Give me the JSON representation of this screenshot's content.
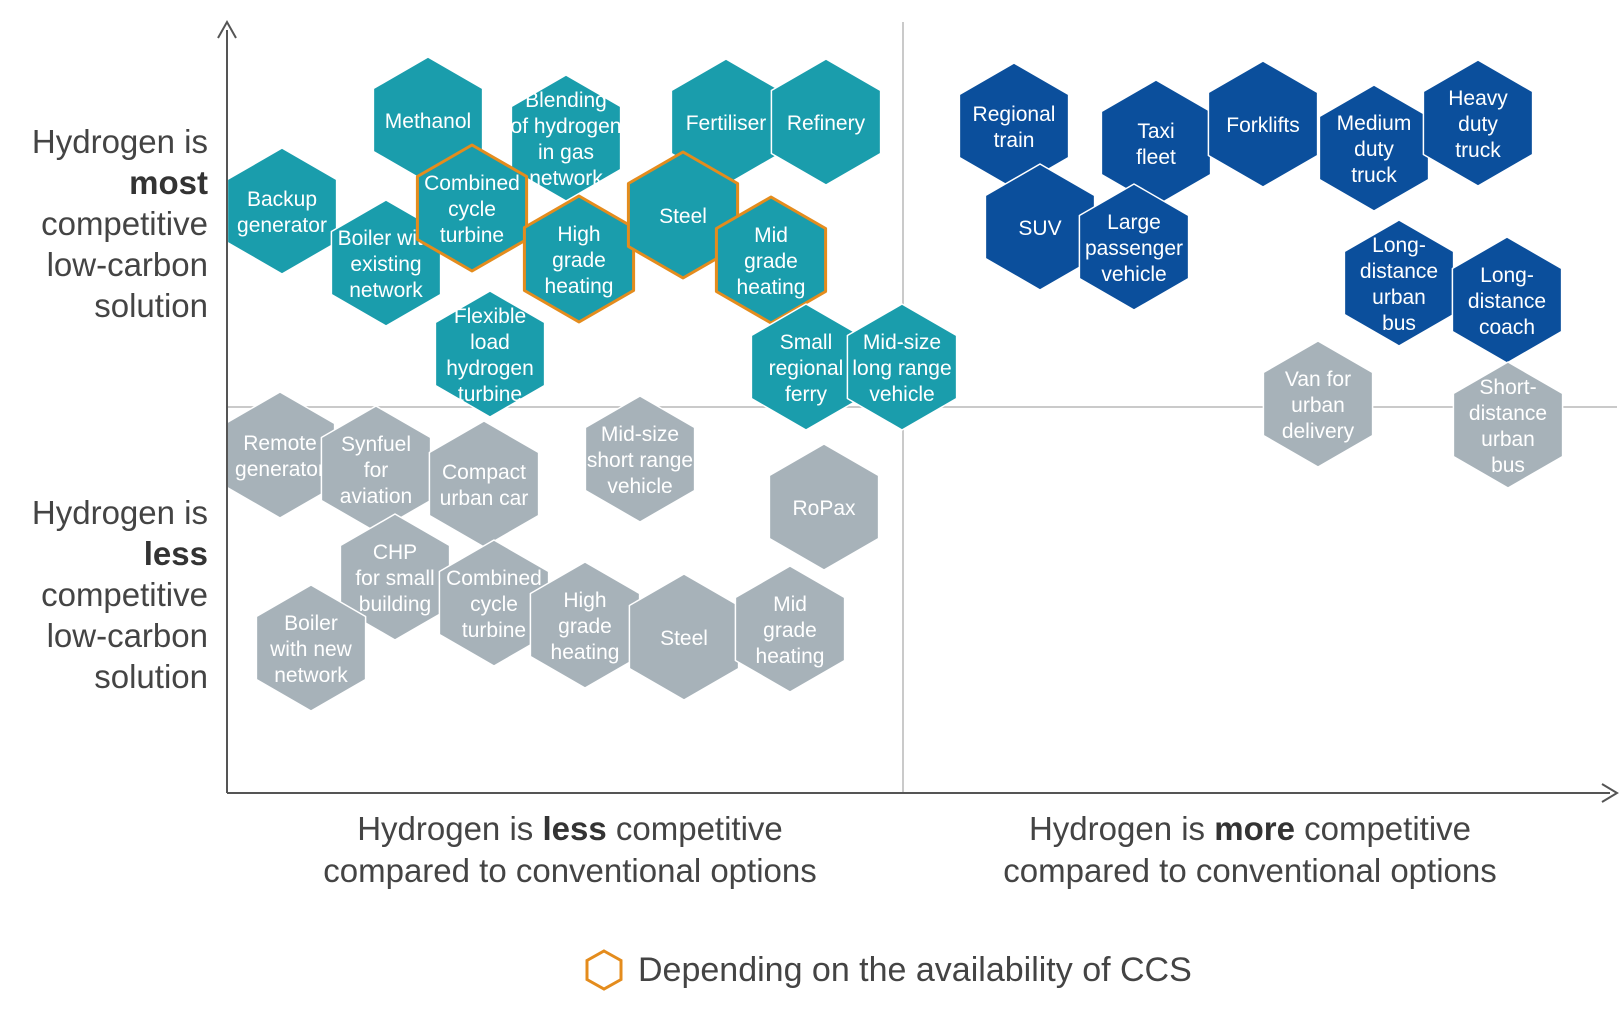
{
  "colors": {
    "teal": "#1a9dac",
    "navy": "#0b4f9c",
    "grey": "#a7b2b9",
    "orange": "#e48c1d",
    "axis": "#555555",
    "divider": "#b9b9b9"
  },
  "y_axis": {
    "top": {
      "prefix": "Hydrogen is",
      "bold": "most",
      "suffix": "competitive low-carbon solution"
    },
    "bottom": {
      "prefix": "Hydrogen is",
      "bold": "less",
      "suffix": "competitive low-carbon solution"
    }
  },
  "x_axis": {
    "left": {
      "prefix": "Hydrogen is",
      "bold": "less",
      "suffix": "competitive",
      "line2": "compared to conventional options"
    },
    "right": {
      "prefix": "Hydrogen is",
      "bold": "more",
      "suffix": "competitive",
      "line2": "compared to conventional options"
    }
  },
  "legend": {
    "label": "Depending on the availability of CCS",
    "icon": "orange-hexagon-outline-icon"
  },
  "hexagons": [
    {
      "label": [
        "Methanol"
      ],
      "color": "teal",
      "ccs": false
    },
    {
      "label": [
        "Blending",
        "of hydrogen",
        "in gas",
        "network"
      ],
      "color": "teal",
      "ccs": false
    },
    {
      "label": [
        "Fertiliser"
      ],
      "color": "teal",
      "ccs": false
    },
    {
      "label": [
        "Refinery"
      ],
      "color": "teal",
      "ccs": false
    },
    {
      "label": [
        "Backup",
        "generator"
      ],
      "color": "teal",
      "ccs": false
    },
    {
      "label": [
        "Boiler with",
        "existing",
        "network"
      ],
      "color": "teal",
      "ccs": false
    },
    {
      "label": [
        "Combined",
        "cycle",
        "turbine"
      ],
      "color": "teal",
      "ccs": true
    },
    {
      "label": [
        "High",
        "grade",
        "heating"
      ],
      "color": "teal",
      "ccs": true
    },
    {
      "label": [
        "Steel"
      ],
      "color": "teal",
      "ccs": true
    },
    {
      "label": [
        "Mid",
        "grade",
        "heating"
      ],
      "color": "teal",
      "ccs": true
    },
    {
      "label": [
        "Flexible",
        "load",
        "hydrogen",
        "turbine"
      ],
      "color": "teal",
      "ccs": false
    },
    {
      "label": [
        "Small",
        "regional",
        "ferry"
      ],
      "color": "teal",
      "ccs": false
    },
    {
      "label": [
        "Mid-size",
        "long range",
        "vehicle"
      ],
      "color": "teal",
      "ccs": false
    },
    {
      "label": [
        "Regional",
        "train"
      ],
      "color": "navy",
      "ccs": false
    },
    {
      "label": [
        "Taxi",
        "fleet"
      ],
      "color": "navy",
      "ccs": false
    },
    {
      "label": [
        "Forklifts"
      ],
      "color": "navy",
      "ccs": false
    },
    {
      "label": [
        "Medium",
        "duty",
        "truck"
      ],
      "color": "navy",
      "ccs": false
    },
    {
      "label": [
        "Heavy",
        "duty",
        "truck"
      ],
      "color": "navy",
      "ccs": false
    },
    {
      "label": [
        "SUV"
      ],
      "color": "navy",
      "ccs": false
    },
    {
      "label": [
        "Large",
        "passenger",
        "vehicle"
      ],
      "color": "navy",
      "ccs": false
    },
    {
      "label": [
        "Long-",
        "distance",
        "urban",
        "bus"
      ],
      "color": "navy",
      "ccs": false
    },
    {
      "label": [
        "Long-",
        "distance",
        "coach"
      ],
      "color": "navy",
      "ccs": false
    },
    {
      "label": [
        "Van for",
        "urban",
        "delivery"
      ],
      "color": "grey",
      "ccs": false
    },
    {
      "label": [
        "Short-",
        "distance",
        "urban",
        "bus"
      ],
      "color": "grey",
      "ccs": false
    },
    {
      "label": [
        "Remote",
        "generator"
      ],
      "color": "grey",
      "ccs": false
    },
    {
      "label": [
        "Synfuel",
        "for",
        "aviation"
      ],
      "color": "grey",
      "ccs": false
    },
    {
      "label": [
        "Compact",
        "urban car"
      ],
      "color": "grey",
      "ccs": false
    },
    {
      "label": [
        "Mid-size",
        "short range",
        "vehicle"
      ],
      "color": "grey",
      "ccs": false
    },
    {
      "label": [
        "RoPax"
      ],
      "color": "grey",
      "ccs": false
    },
    {
      "label": [
        "CHP",
        "for small",
        "building"
      ],
      "color": "grey",
      "ccs": false
    },
    {
      "label": [
        "Combined",
        "cycle",
        "turbine"
      ],
      "color": "grey",
      "ccs": false
    },
    {
      "label": [
        "High",
        "grade",
        "heating"
      ],
      "color": "grey",
      "ccs": false
    },
    {
      "label": [
        "Steel"
      ],
      "color": "grey",
      "ccs": false
    },
    {
      "label": [
        "Mid",
        "grade",
        "heating"
      ],
      "color": "grey",
      "ccs": false
    },
    {
      "label": [
        "Boiler",
        "with new",
        "network"
      ],
      "color": "grey",
      "ccs": false
    }
  ]
}
